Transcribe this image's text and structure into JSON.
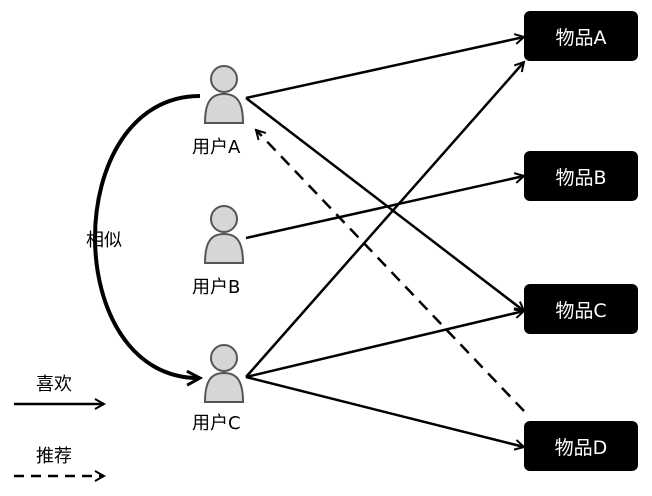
{
  "users": [
    {
      "id": "A",
      "label": "用户A"
    },
    {
      "id": "B",
      "label": "用户B"
    },
    {
      "id": "C",
      "label": "用户C"
    }
  ],
  "items": [
    {
      "id": "A",
      "label": "物品A"
    },
    {
      "id": "B",
      "label": "物品B"
    },
    {
      "id": "C",
      "label": "物品C"
    },
    {
      "id": "D",
      "label": "物品D"
    }
  ],
  "likes": [
    {
      "user": "A",
      "item": "A"
    },
    {
      "user": "A",
      "item": "C"
    },
    {
      "user": "B",
      "item": "B"
    },
    {
      "user": "C",
      "item": "A"
    },
    {
      "user": "C",
      "item": "C"
    },
    {
      "user": "C",
      "item": "D"
    }
  ],
  "recommendations": [
    {
      "item": "D",
      "user": "A"
    }
  ],
  "similarity": {
    "from": "A",
    "to": "C",
    "label": "相似"
  },
  "legend": {
    "like_label": "喜欢",
    "recommend_label": "推荐"
  },
  "colors": {
    "user_icon_fill": "#d6d6d6",
    "user_icon_stroke": "#555555",
    "item_box_fill": "#000000",
    "item_text": "#ffffff",
    "line": "#000000"
  }
}
